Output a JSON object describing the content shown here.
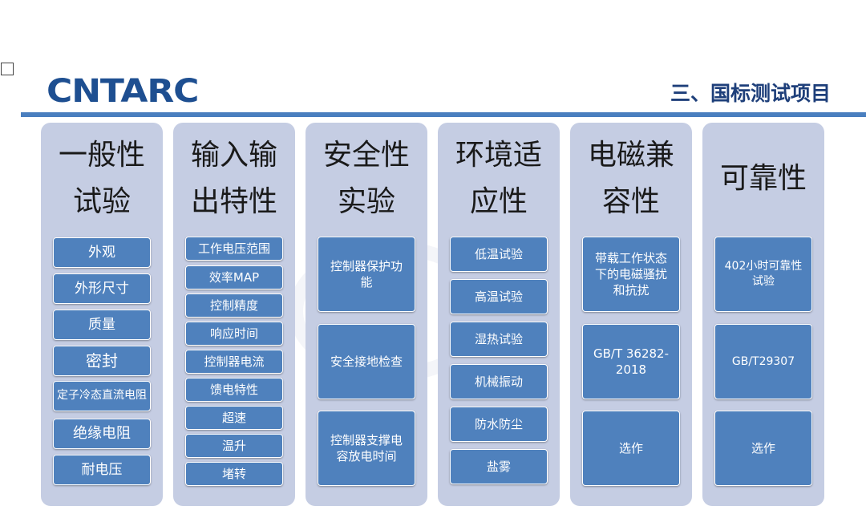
{
  "header": {
    "logo": "CNTARC",
    "title": "三、国标测试项目"
  },
  "columns": [
    {
      "title_lines": [
        "一般性",
        "试验"
      ],
      "items": [
        "外观",
        "外形尺寸",
        "质量",
        "密封",
        "定子冷态直流电阻",
        "绝缘电阻",
        "耐电压"
      ]
    },
    {
      "title_lines": [
        "输入输",
        "出特性"
      ],
      "items": [
        "工作电压范围",
        "效率MAP",
        "控制精度",
        "响应时间",
        "控制器电流",
        "馈电特性",
        "超速",
        "温升",
        "堵转"
      ]
    },
    {
      "title_lines": [
        "安全性",
        "实验"
      ],
      "items": [
        "控制器保护功能",
        "安全接地检查",
        "控制器支撑电容放电时间"
      ]
    },
    {
      "title_lines": [
        "环境适",
        "应性"
      ],
      "items": [
        "低温试验",
        "高温试验",
        "湿热试验",
        "机械振动",
        "防水防尘",
        "盐雾"
      ]
    },
    {
      "title_lines": [
        "电磁兼",
        "容性"
      ],
      "items": [
        "带载工作状态下的电磁骚扰和抗扰",
        "GB/T 36282-2018",
        "选作"
      ]
    },
    {
      "title_lines": [
        "可靠性"
      ],
      "items": [
        "402小时可靠性试验",
        "GB/T29307",
        "选作"
      ]
    }
  ]
}
